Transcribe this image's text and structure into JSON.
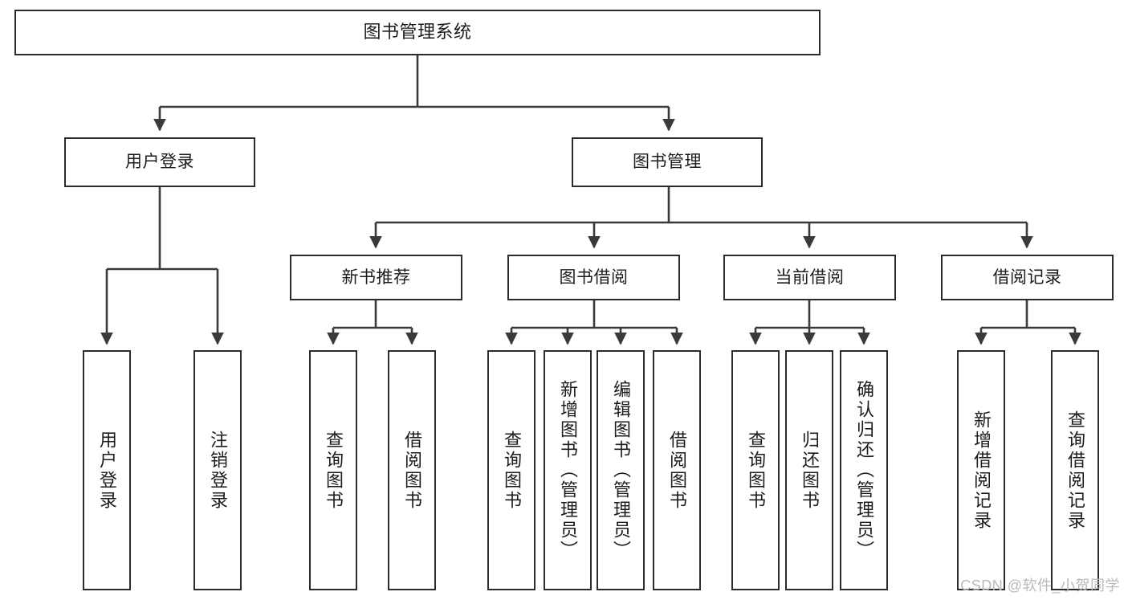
{
  "diagram": {
    "title": "图书管理系统",
    "type": "hierarchy-tree",
    "watermark": "CSDN @软件_小贺同学",
    "colors": {
      "box_border": "#2b2b2b",
      "box_fill": "#ffffff",
      "connector": "#3a3a3a",
      "text": "#1c1c1c",
      "watermark": "#b9b9b9"
    },
    "levels": {
      "level1": [
        {
          "id": "root",
          "label": "图书管理系统"
        }
      ],
      "level2": [
        {
          "id": "user-login",
          "label": "用户登录"
        },
        {
          "id": "book-management",
          "label": "图书管理"
        }
      ],
      "level3": [
        {
          "id": "new-book-recommend",
          "label": "新书推荐"
        },
        {
          "id": "book-borrow",
          "label": "图书借阅"
        },
        {
          "id": "current-borrow",
          "label": "当前借阅"
        },
        {
          "id": "borrow-record",
          "label": "借阅记录"
        }
      ],
      "level4": [
        {
          "id": "leaf-user-login",
          "label": "用户登录",
          "parent": "user-login"
        },
        {
          "id": "leaf-logout-login",
          "label": "注销登录",
          "parent": "user-login"
        },
        {
          "id": "leaf-query-book-1",
          "label": "查询图书",
          "parent": "new-book-recommend"
        },
        {
          "id": "leaf-borrow-book-1",
          "label": "借阅图书",
          "parent": "new-book-recommend"
        },
        {
          "id": "leaf-query-book-2",
          "label": "查询图书",
          "parent": "book-borrow"
        },
        {
          "id": "leaf-add-book",
          "label": "新增图书（管理员）",
          "parent": "book-borrow"
        },
        {
          "id": "leaf-edit-book",
          "label": "编辑图书（管理员）",
          "parent": "book-borrow"
        },
        {
          "id": "leaf-borrow-book-2",
          "label": "借阅图书",
          "parent": "book-borrow"
        },
        {
          "id": "leaf-query-book-3",
          "label": "查询图书",
          "parent": "current-borrow"
        },
        {
          "id": "leaf-return-book",
          "label": "归还图书",
          "parent": "current-borrow"
        },
        {
          "id": "leaf-confirm-return",
          "label": "确认归还（管理员）",
          "parent": "current-borrow"
        },
        {
          "id": "leaf-add-record",
          "label": "新增借阅记录",
          "parent": "borrow-record"
        },
        {
          "id": "leaf-query-record",
          "label": "查询借阅记录",
          "parent": "borrow-record"
        }
      ]
    }
  }
}
